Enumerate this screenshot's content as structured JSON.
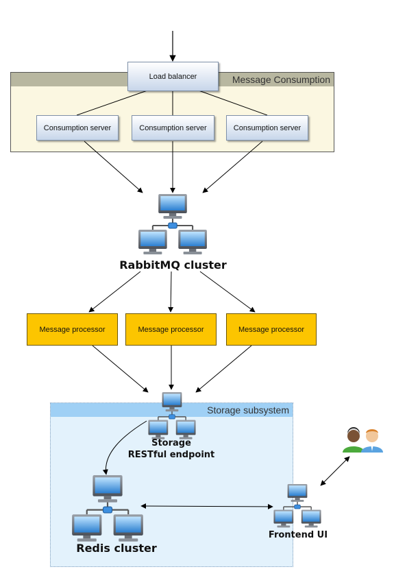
{
  "groups": {
    "consumption": "Message Consumption",
    "storage": "Storage subsystem"
  },
  "nodes": {
    "load_balancer": "Load balancer",
    "consumption_servers": [
      "Consumption server",
      "Consumption server",
      "Consumption server"
    ],
    "message_processors": [
      "Message processor",
      "Message processor",
      "Message processor"
    ],
    "rabbitmq": "RabbitMQ cluster",
    "storage_line1": "Storage",
    "storage_line2": "RESTful endpoint",
    "redis": "Redis cluster",
    "frontend": "Frontend UI"
  },
  "colors": {
    "consumption_fill": "#fbf7e1",
    "consumption_header": "#b8b7a0",
    "storage_fill": "#e3f2fc",
    "storage_header": "#9fd0f5",
    "processor_fill": "#fcc500"
  },
  "icons": {
    "cluster": "network-cluster-icon",
    "users": "users-icon"
  }
}
